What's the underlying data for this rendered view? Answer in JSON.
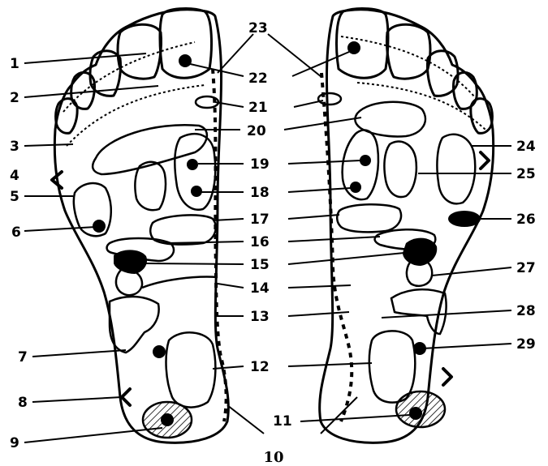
{
  "figure_caption": "10",
  "labels": {
    "l1": "1",
    "l2": "2",
    "l3": "3",
    "l4": "4",
    "l5": "5",
    "l6": "6",
    "l7": "7",
    "l8": "8",
    "l9": "9",
    "l11": "11",
    "l12": "12",
    "l13": "13",
    "l14": "14",
    "l15": "15",
    "l16": "16",
    "l17": "17",
    "l18": "18",
    "l19": "19",
    "l20": "20",
    "l21": "21",
    "l22": "22",
    "l23": "23",
    "l24": "24",
    "l25": "25",
    "l26": "26",
    "l27": "27",
    "l28": "28",
    "l29": "29"
  }
}
